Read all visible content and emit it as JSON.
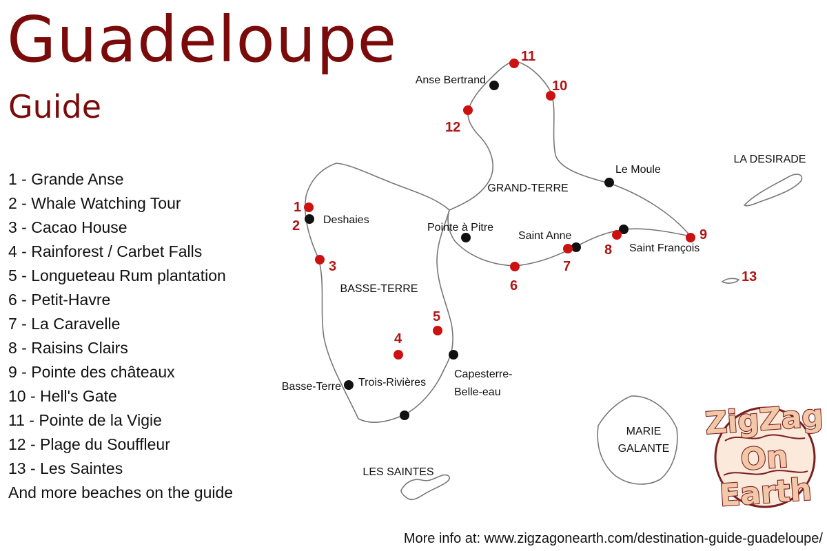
{
  "header": {
    "title": "Guadeloupe",
    "subtitle": "Guide"
  },
  "colors": {
    "title": "#7a0b0b",
    "marker_red": "#cc1111",
    "marker_black": "#111111",
    "number_red": "#b01515",
    "coast": "#777777",
    "logo_text": "#f2c9a8",
    "logo_outline": "#7a1f1f"
  },
  "legend": {
    "items": [
      "1 - Grande Anse",
      "2 - Whale Watching Tour",
      "3 - Cacao House",
      "4 - Rainforest / Carbet Falls",
      "5 - Longueteau Rum plantation",
      "6 - Petit-Havre",
      "7 - La Caravelle",
      "8 - Raisins Clairs",
      "9 - Pointe des châteaux",
      "10 - Hell's Gate",
      "11 - Pointe de la Vigie",
      "12 - Plage du Souffleur",
      "13 - Les Saintes",
      "And more beaches on the guide"
    ]
  },
  "map": {
    "regions": {
      "grand_terre": "GRAND-TERRE",
      "basse_terre": "BASSE-TERRE",
      "la_desirade": "LA DESIRADE",
      "marie_galante_1": "MARIE",
      "marie_galante_2": "GALANTE",
      "les_saintes": "LES SAINTES"
    },
    "places": {
      "anse_bertrand": "Anse Bertrand",
      "le_moule": "Le Moule",
      "deshaies": "Deshaies",
      "pointe_a_pitre": "Pointe à Pitre",
      "saint_anne": "Saint Anne",
      "saint_francois": "Saint François",
      "basse_terre": "Basse-Terre",
      "trois_rivieres": "Trois-Rivières",
      "capesterre_1": "Capesterre-",
      "capesterre_2": "Belle-eau"
    },
    "attractions": [
      "1",
      "2",
      "3",
      "4",
      "5",
      "6",
      "7",
      "8",
      "9",
      "10",
      "11",
      "12",
      "13"
    ]
  },
  "logo": {
    "line1": "ZigZag",
    "line2": "On",
    "line3": "Earth"
  },
  "footer": {
    "text": "More info at: www.zigzagonearth.com/destination-guide-guadeloupe/"
  }
}
